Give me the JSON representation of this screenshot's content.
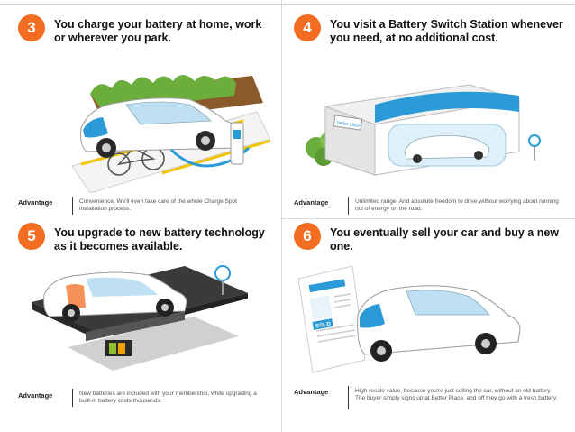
{
  "colors": {
    "accent": "#f26d21",
    "brand_blue": "#2a9bd6",
    "asphalt": "#3a3a3a",
    "foliage": "#6cae3c"
  },
  "panels": {
    "p3": {
      "number": "3",
      "heading": "You charge your battery at home, work or wherever you park.",
      "advantage_label": "Advantage",
      "advantage_text": "Convenience. We'll even take care of the whole Charge Spot installation process."
    },
    "p4": {
      "number": "4",
      "heading": "You visit a Battery Switch Station whenever you need, at no additional cost.",
      "advantage_label": "Advantage",
      "advantage_text": "Unlimited range. And absolute freedom to drive without worrying about running out of energy on the road."
    },
    "p5": {
      "number": "5",
      "heading": "You upgrade to new battery technology as it becomes available.",
      "advantage_label": "Advantage",
      "advantage_text": "New batteries are included with your membership, while upgrading a built-in battery costs thousands."
    },
    "p6": {
      "number": "6",
      "heading": "You eventually sell your car and buy a new one.",
      "advantage_label": "Advantage",
      "advantage_text": "High resale value, because you're just selling the car, without an old battery. The buyer simply signs up at Better Place, and off they go with a fresh battery."
    }
  },
  "illustration_text": {
    "station_sign": "better place",
    "sale_sign": "SOLD"
  }
}
